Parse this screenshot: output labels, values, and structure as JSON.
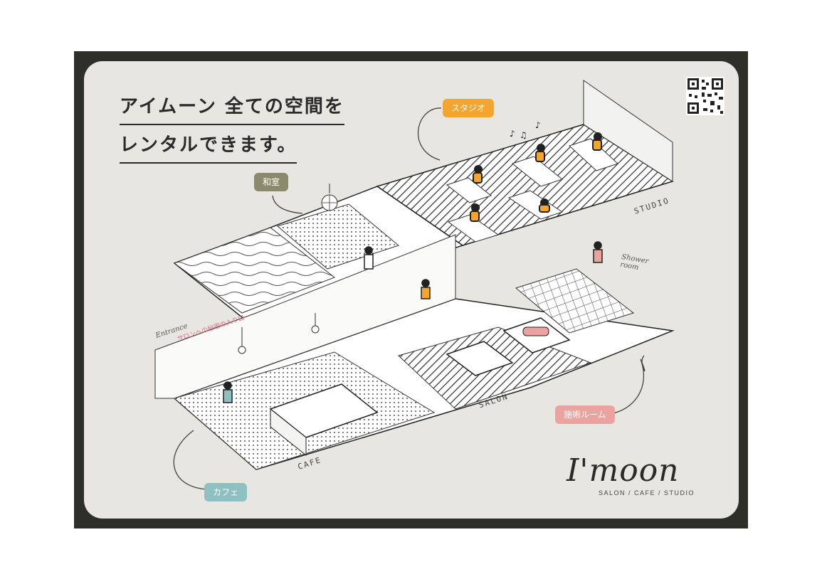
{
  "headline": {
    "line1": "アイムーン 全ての空間を",
    "line2": "レンタルできます。"
  },
  "tags": {
    "studio": "スタジオ",
    "washitsu": "和室",
    "sejutsu_room": "施術ルーム",
    "cafe": "カフェ"
  },
  "floor_labels": {
    "studio": "STUDIO",
    "salon": "SALON",
    "cafe": "CAFE"
  },
  "annotations": {
    "entrance": "Entrance",
    "shower_room": "Shower room",
    "salon_entrance_note": "サロンへの秘密の入り口"
  },
  "brand": {
    "logo": "I'moon",
    "tagline": "SALON / CAFE / STUDIO"
  },
  "colors": {
    "frame": "#2f2f2a",
    "panel": "#e8e6e1",
    "studio": "#f3a52e",
    "washitsu": "#8b8a6c",
    "sejutsu": "#eaa39e",
    "cafe": "#8ebfc1"
  },
  "icons": [
    "qr-code-icon",
    "music-notes-icon",
    "disco-ball-icon"
  ]
}
